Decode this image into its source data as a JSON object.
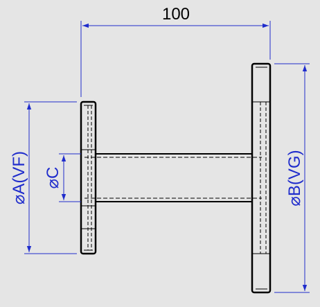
{
  "drawing": {
    "background_color": "#e5e5e5",
    "part_color": "#000000",
    "dimension_color": "#1f2ccc",
    "dimensions": {
      "overall_length": "100",
      "flange_a_diameter": "A(VF)",
      "flange_b_diameter": "B(VG)",
      "bore_diameter": "C",
      "diameter_symbol": "⌀"
    }
  }
}
